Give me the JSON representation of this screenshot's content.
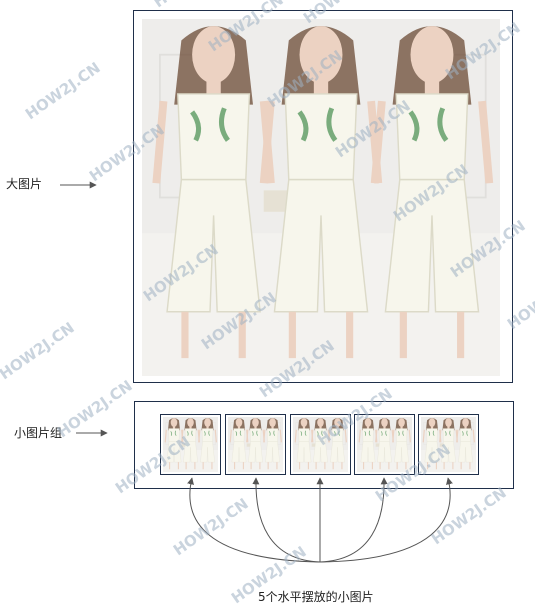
{
  "labels": {
    "big_image": "大图片",
    "thumbnail_group": "小图片组",
    "caption": "5个水平摆放的小图片"
  },
  "watermark": "HOW2J.CN",
  "thumbnails_count": 5,
  "colors": {
    "frame_border": "#1f2f4a",
    "arrow": "#555555",
    "watermark": "#9fb0c2",
    "outfit": "#f7f6ec",
    "leaf": "#5a9a62"
  }
}
